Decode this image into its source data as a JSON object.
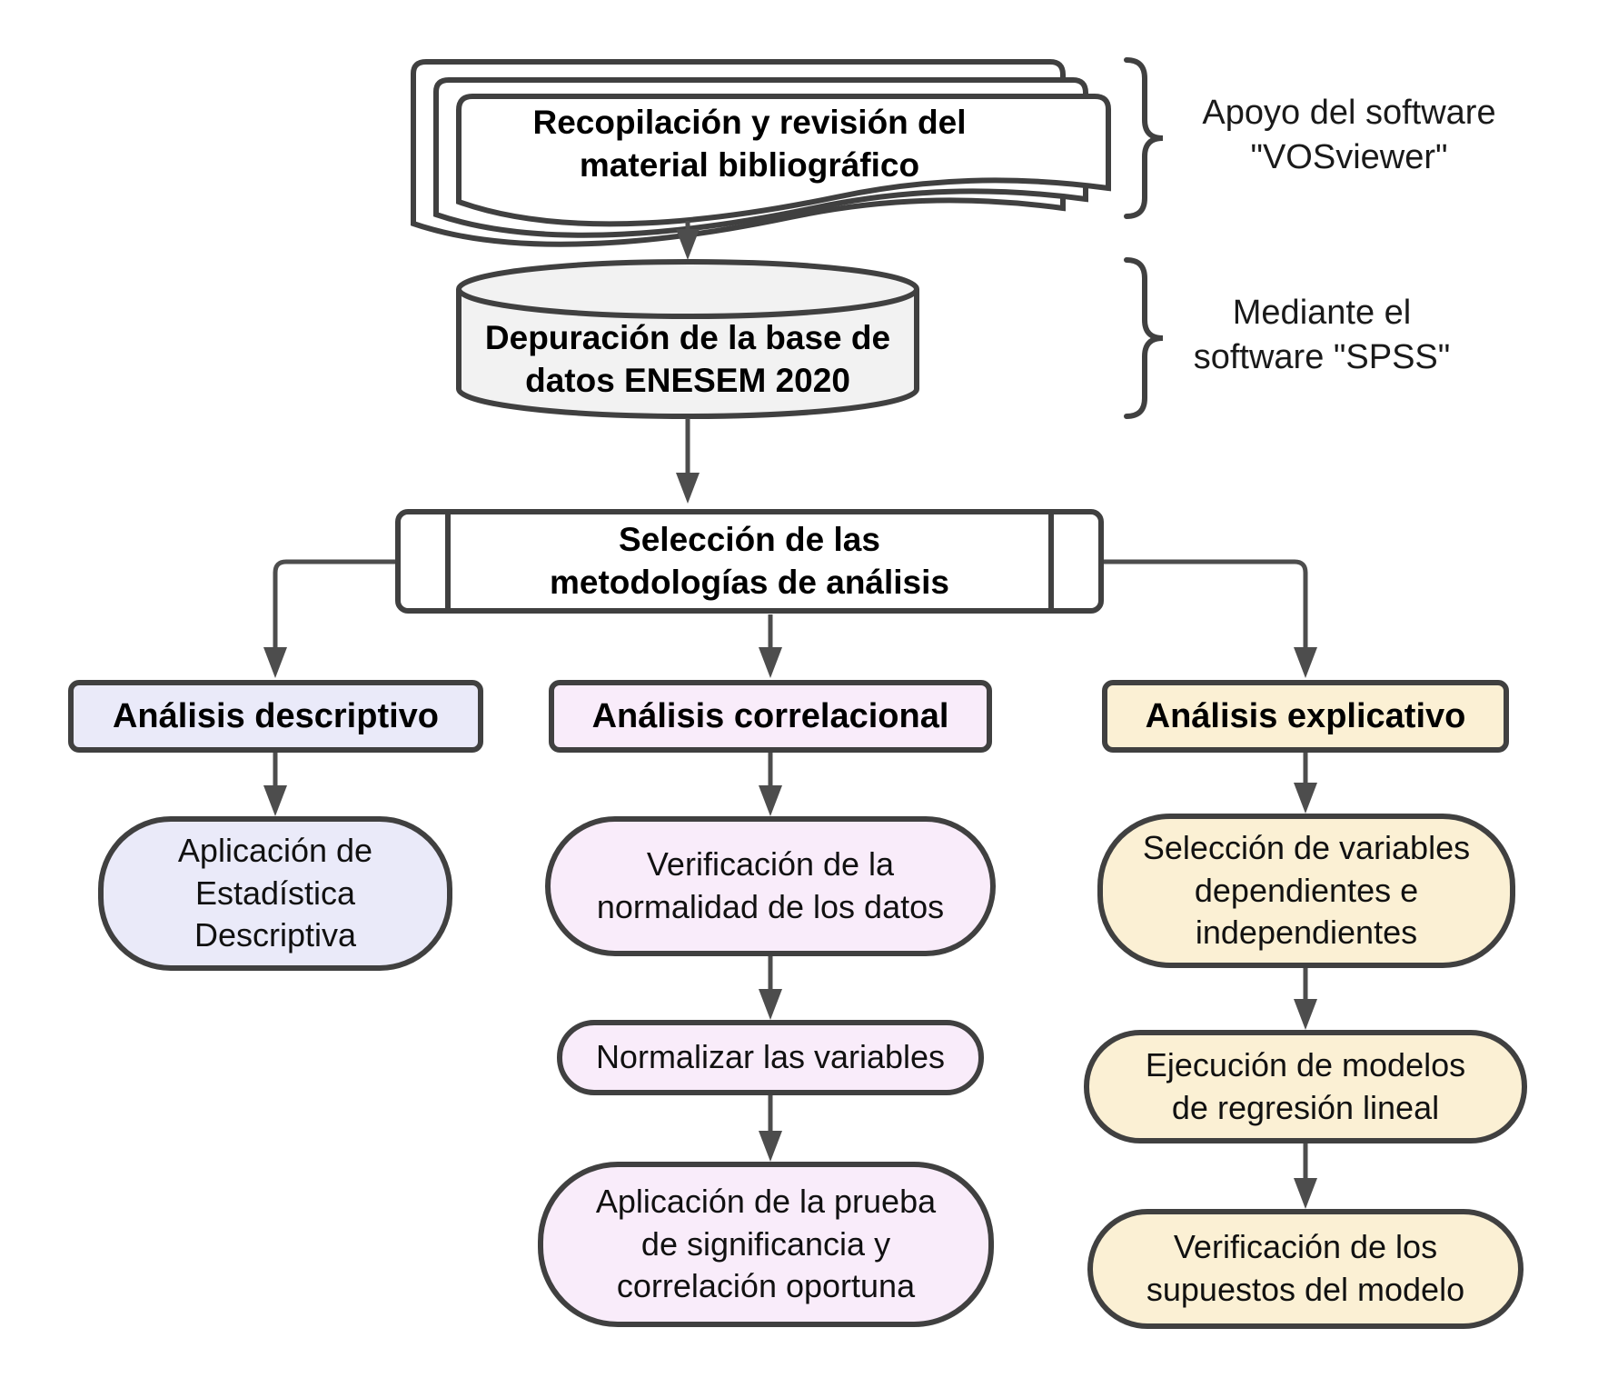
{
  "flowchart": {
    "top": {
      "document_label": "Recopilación y revisión del material bibliográfico",
      "document_annotation": "Apoyo del software \"VOSviewer\"",
      "database_label": "Depuración de la base de datos ENESEM 2020",
      "database_annotation": "Mediante el software \"SPSS\"",
      "selection_label": "Selección de las metodologías de análisis"
    },
    "branches": [
      {
        "header": "Análisis descriptivo",
        "fill": "#eaeaf9",
        "steps": [
          "Aplicación de Estadística Descriptiva"
        ]
      },
      {
        "header": "Análisis correlacional",
        "fill": "#f9ecfa",
        "steps": [
          "Verificación de la normalidad de los datos",
          "Normalizar las variables",
          "Aplicación de la prueba de significancia y correlación oportuna"
        ]
      },
      {
        "header": "Análisis explicativo",
        "fill": "#fbf0d4",
        "steps": [
          "Selección de variables dependientes e independientes",
          "Ejecución de modelos de regresión lineal",
          "Verificación de los supuestos del modelo"
        ]
      }
    ],
    "colors": {
      "outline": "#404040",
      "arrow": "#4d4d4d",
      "cylinder_fill": "#f2f2f2",
      "page_fill": "#ffffff"
    }
  }
}
